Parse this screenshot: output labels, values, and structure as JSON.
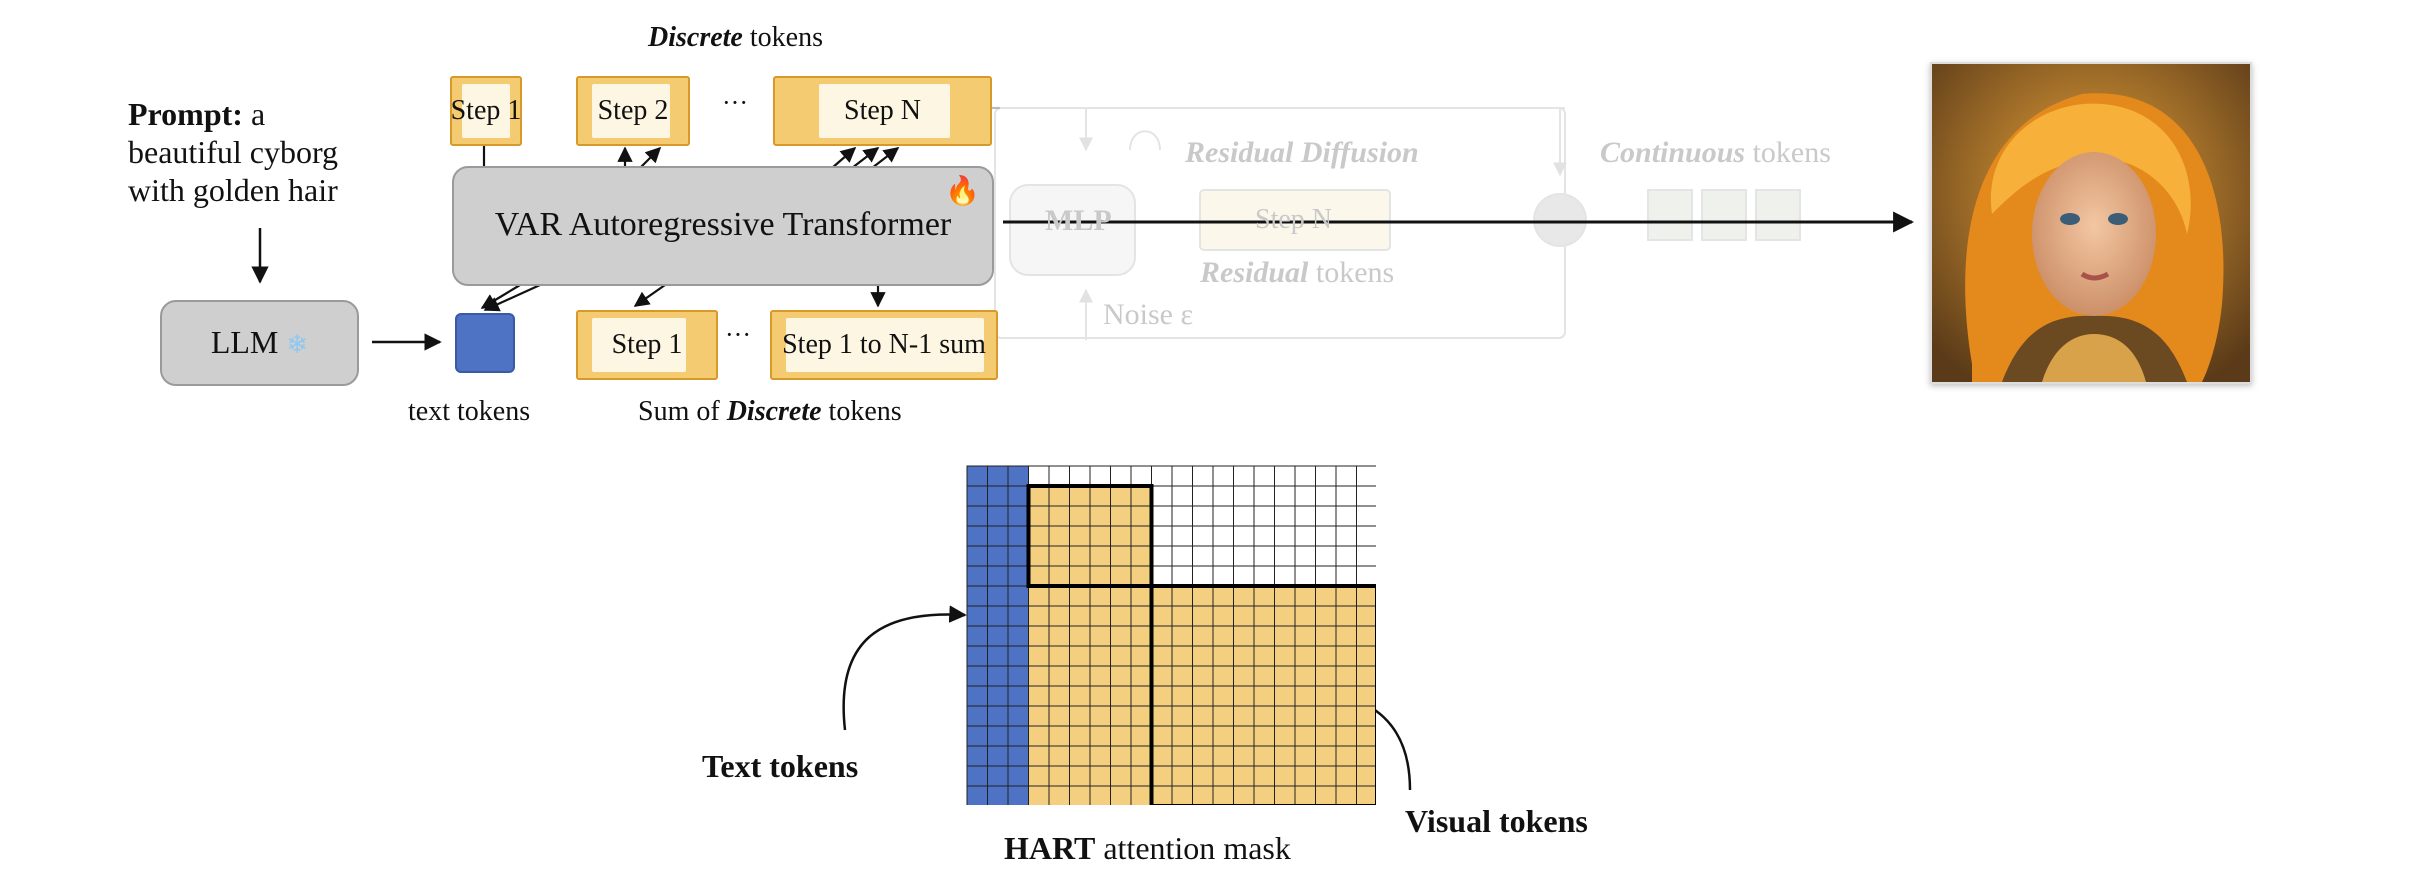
{
  "prompt": {
    "label": "Prompt:",
    "text_line1": " a",
    "text_line2": "beautiful cyborg",
    "text_line3": "with golden hair"
  },
  "llm": {
    "label": "LLM",
    "icon": "snowflake-icon"
  },
  "transformer": {
    "label": "VAR Autoregressive Transformer",
    "icon": "fire-icon"
  },
  "discrete_tokens": {
    "caption_em": "Discrete",
    "caption_rest": " tokens",
    "steps": [
      "Step 1",
      "Step 2",
      "Step N"
    ],
    "ellipsis": "···"
  },
  "input_tokens": {
    "steps": [
      "Step 1",
      "Step 1 to N-1 sum"
    ],
    "ellipsis": "···",
    "caption_prefix": "Sum of ",
    "caption_em": "Discrete",
    "caption_rest": " tokens"
  },
  "text_tokens": {
    "caption": "text tokens"
  },
  "faded_residual": {
    "residual_diffusion": "Residual Diffusion",
    "continuous_em": "Continuous",
    "continuous_rest": " tokens",
    "mlp": "MLP",
    "step_n": "Step N",
    "residual_em": "Residual",
    "residual_rest": " tokens",
    "noise": "Noise ε"
  },
  "attention_mask": {
    "caption_bold": "HART",
    "caption_rest": " attention mask",
    "text_tokens_label": "Text tokens",
    "visual_tokens_label": "Visual tokens",
    "colors": {
      "text": "#4e72c4",
      "visual": "#f5cf80",
      "empty": "#ffffff"
    }
  },
  "output_image": {
    "icon": "generated-portrait-image"
  }
}
